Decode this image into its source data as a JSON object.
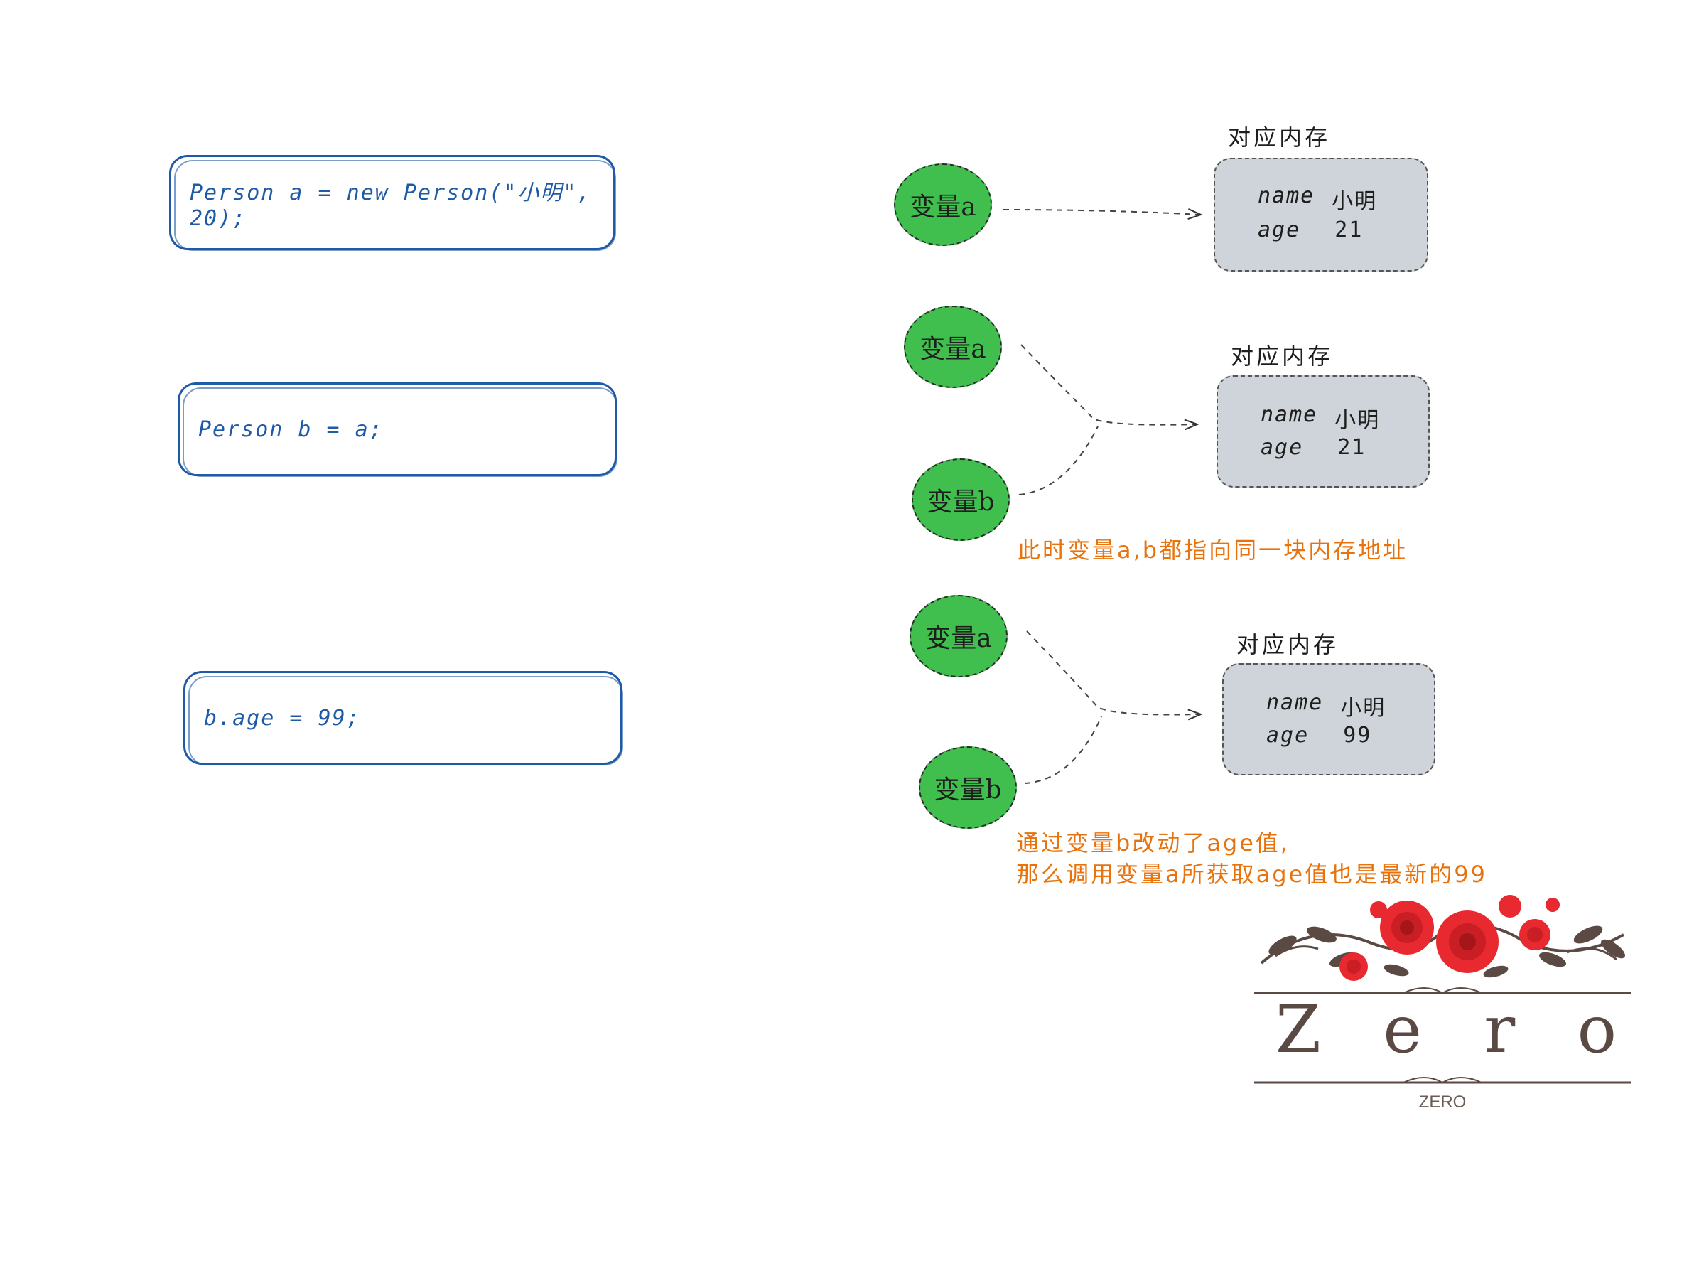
{
  "code": {
    "line1": "Person a = new Person(\"小明\", 20);",
    "line2": "Person b = a;",
    "line3": "b.age = 99;"
  },
  "variables": {
    "a": "变量a",
    "b": "变量b"
  },
  "memory": {
    "label": "对应内存",
    "name_key": "name",
    "name_value": "小明",
    "age_key": "age",
    "age_value_1": "21",
    "age_value_2": "21",
    "age_value_3": "99"
  },
  "notes": {
    "shared": "此时变量a,b都指向同一块内存地址",
    "changed_line1": "通过变量b改动了age值,",
    "changed_line2": "那么调用变量a所获取age值也是最新的99"
  },
  "logo": {
    "word": [
      "Z",
      "e",
      "r",
      "o"
    ],
    "subtitle": "ZERO"
  },
  "colors": {
    "code_blue": "#1f5aa6",
    "variable_green": "#40bf4f",
    "memory_gray": "#ced4da",
    "note_orange": "#e8730c",
    "rose_red": "#e8292f"
  }
}
